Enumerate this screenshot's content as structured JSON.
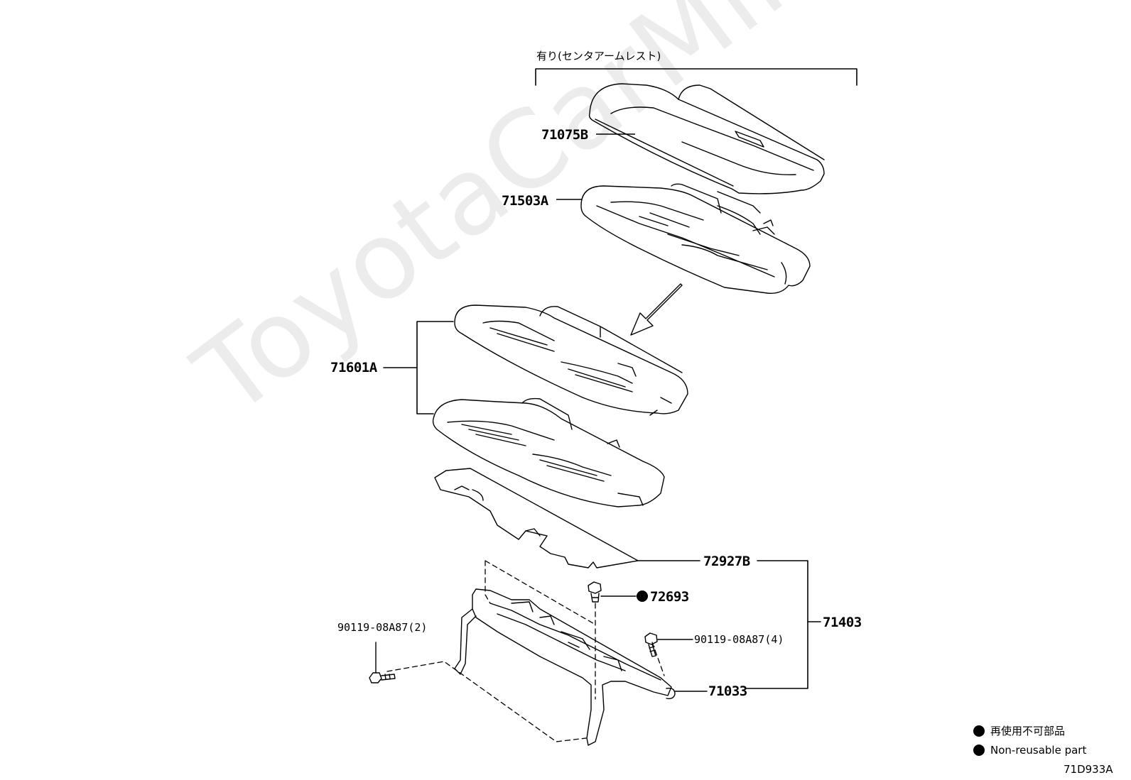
{
  "watermark": "ToyotaCarMine.ru",
  "header_note": "有り(センタアームレスト)",
  "labels": {
    "p71075B": "71075B",
    "p71503A": "71503A",
    "p71601A": "71601A",
    "p72927B": "72927B",
    "p72693": "72693",
    "p71403": "71403",
    "p90119_left": "90119-08A87(2)",
    "p90119_right": "90119-08A87(4)",
    "p71033": "71033"
  },
  "legend": {
    "jp": "再使用不可部品",
    "en": "Non-reusable part"
  },
  "figure_code": "71D933A"
}
